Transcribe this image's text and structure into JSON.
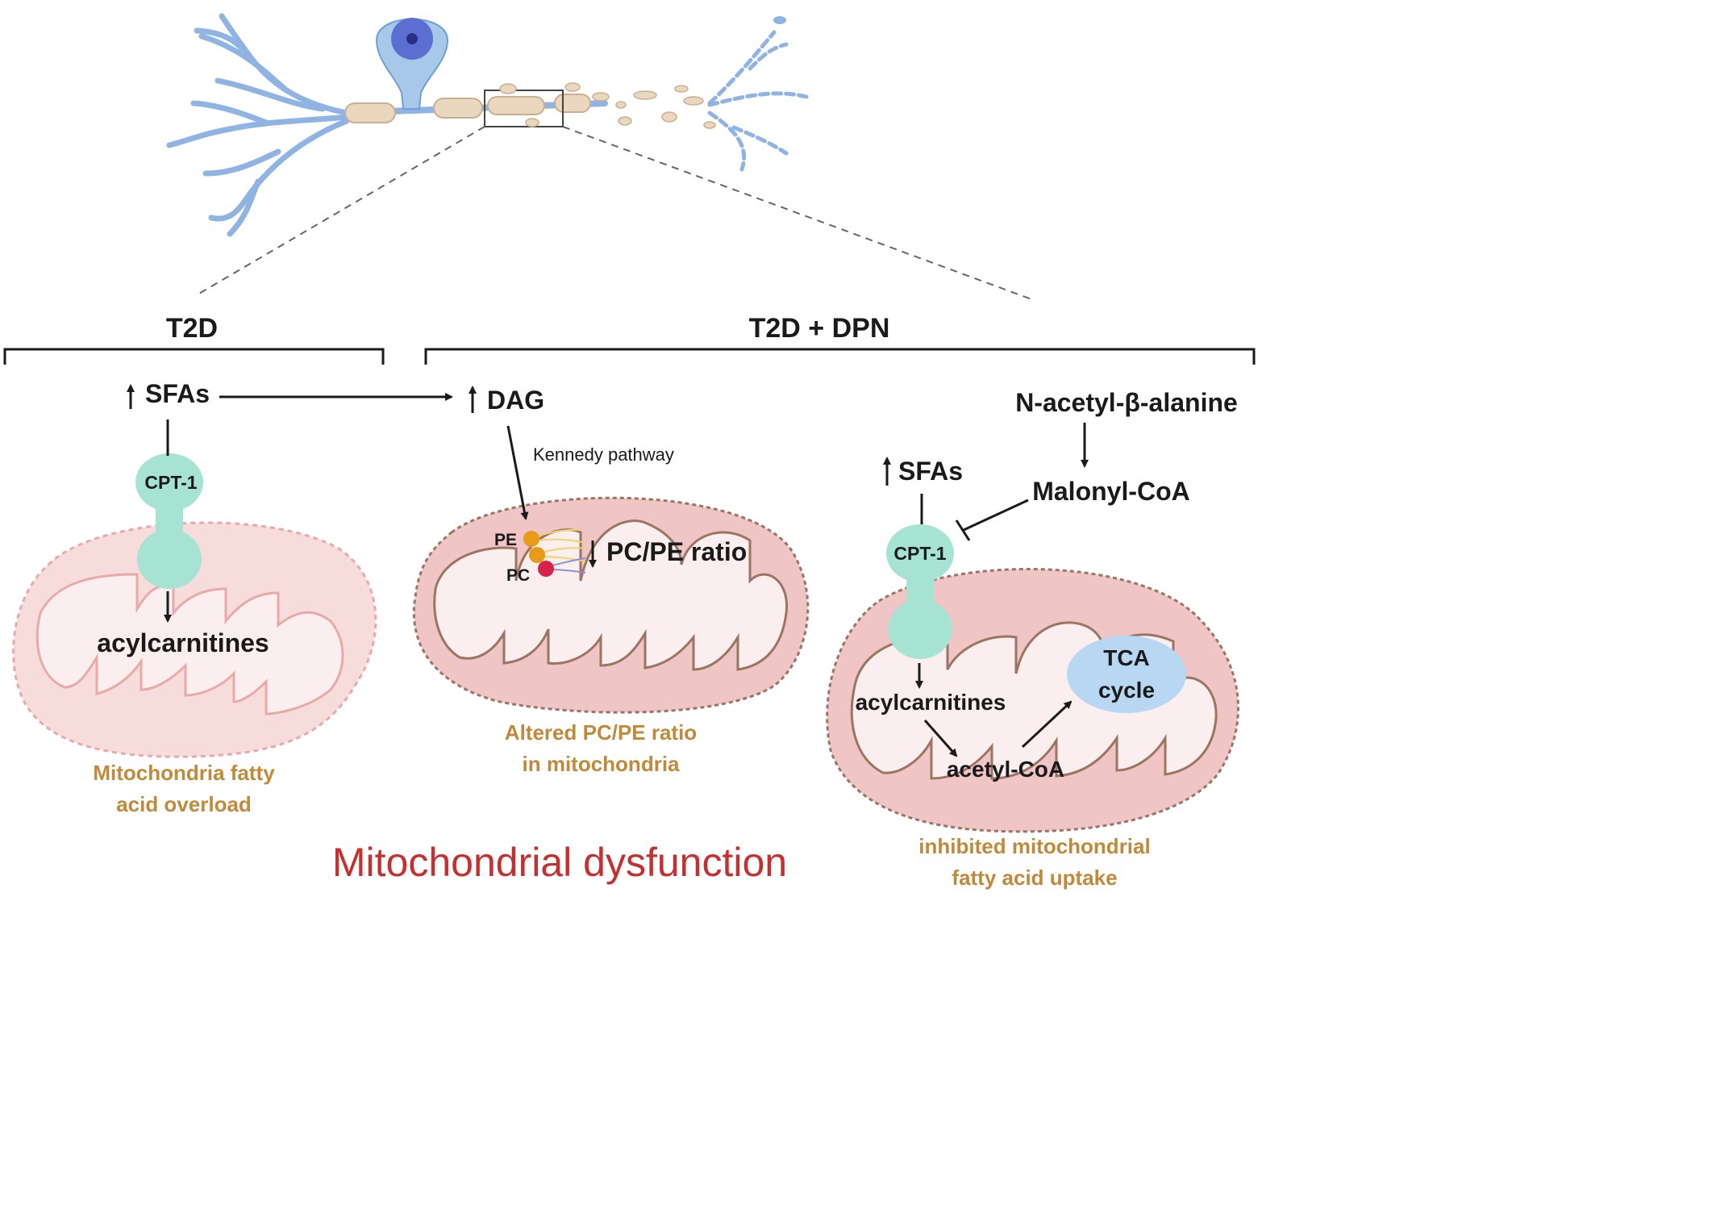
{
  "groups": {
    "t2d": "T2D",
    "t2d_dpn": "T2D + DPN"
  },
  "panel1": {
    "sfas": "SFAs",
    "cpt1": "CPT-1",
    "acylcarnitines": "acylcarnitines",
    "caption_line1": "Mitochondria fatty",
    "caption_line2": "acid overload"
  },
  "panel2": {
    "dag": "DAG",
    "kennedy": "Kennedy pathway",
    "pe": "PE",
    "pc": "PC",
    "ratio": "PC/PE ratio",
    "caption_line1": "Altered PC/PE ratio",
    "caption_line2": "in mitochondria"
  },
  "panel3": {
    "n_acetyl": "N-acetyl-β-alanine",
    "malonyl": "Malonyl-CoA",
    "sfas": "SFAs",
    "cpt1": "CPT-1",
    "tca_line1": "TCA",
    "tca_line2": "cycle",
    "acylcarnitines": "acylcarnitines",
    "acetyl_coa": "acetyl-CoA",
    "caption_line1": "inhibited mitochondrial",
    "caption_line2": "fatty acid uptake"
  },
  "title": "Mitochondrial dysfunction",
  "colors": {
    "neuron": "#a8c8ea",
    "neuron_stroke": "#6f9fd8",
    "nucleus": "#5b6fd1",
    "myelin": "#ead7bf",
    "mito_light_fill": "#f7dcdc",
    "mito_dark_fill": "#efc5c5",
    "mito_inner": "#fbeeee",
    "cpt1": "#a6e3d2",
    "tca": "#b7d7f2",
    "caption": "#c08a3a",
    "title": "#c62f2f"
  }
}
